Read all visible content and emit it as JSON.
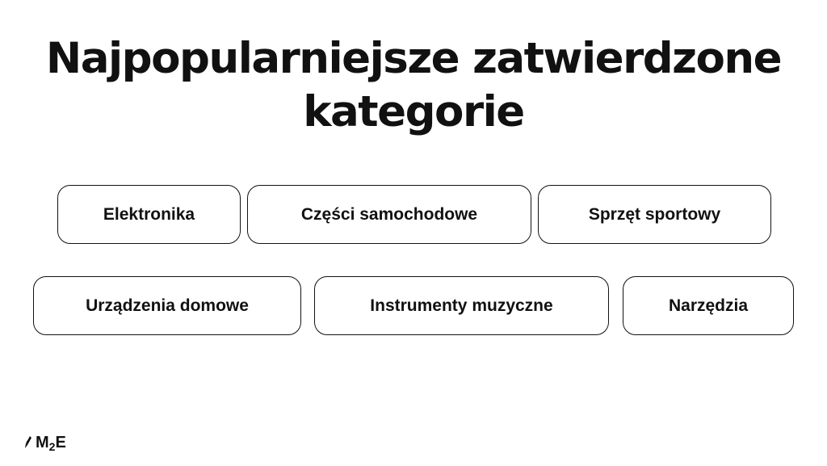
{
  "page": {
    "title": "Najpopularniejsze zatwierdzone kategorie",
    "background_color": "#ffffff",
    "text_color": "#111111"
  },
  "categories": [
    "Elektronika",
    "Części samochodowe",
    "Sprzęt sportowy",
    "Urządzenia domowe",
    "Instrumenty muzyczne",
    "Narzędzia"
  ],
  "logo": {
    "icon": "rocket-icon",
    "text": "M2E"
  }
}
